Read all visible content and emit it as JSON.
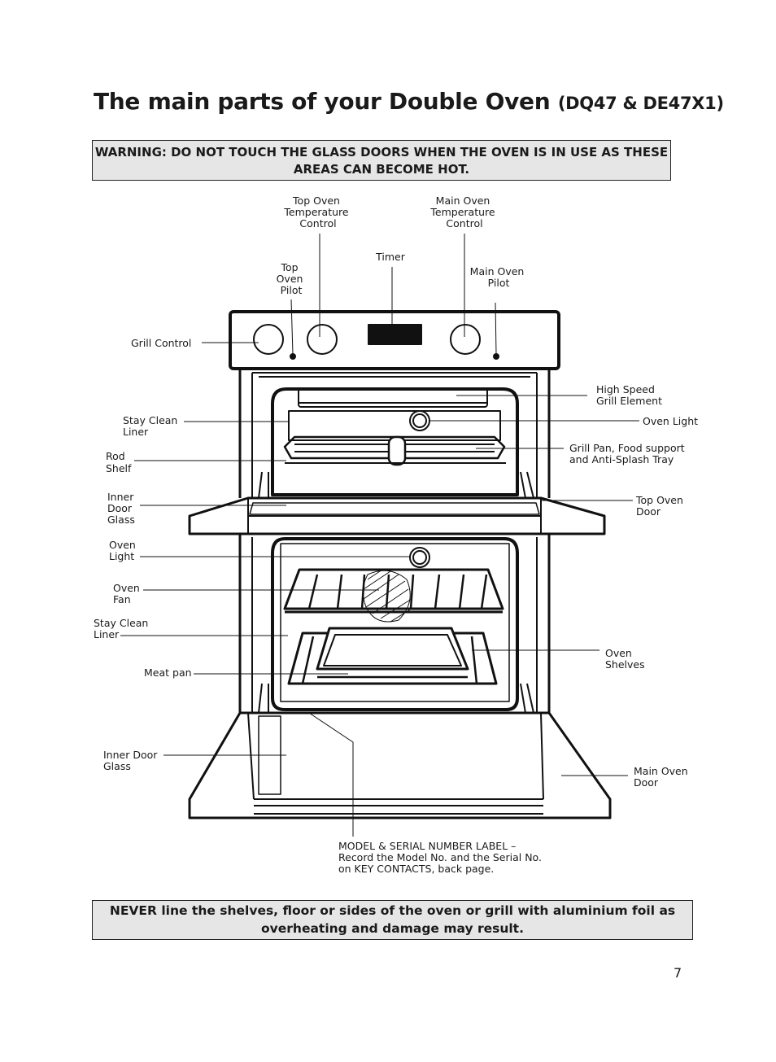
{
  "title": {
    "main": "The main parts of your Double Oven",
    "models": "(DQ47 & DE47X1)"
  },
  "warning": {
    "line1": "WARNING: DO NOT TOUCH THE GLASS DOORS WHEN THE OVEN IS IN USE AS THESE",
    "line2": "AREAS CAN BECOME HOT."
  },
  "labels": {
    "top_oven_temp": [
      "Top Oven",
      "Temperature",
      "Control"
    ],
    "main_oven_temp": [
      "Main Oven",
      "Temperature",
      "Control"
    ],
    "timer": "Timer",
    "top_oven_pilot": [
      "Top",
      "Oven",
      "Pilot"
    ],
    "main_oven_pilot": [
      "Main Oven",
      "Pilot"
    ],
    "grill_control": "Grill Control",
    "high_speed_grill": [
      "High Speed",
      "Grill Element"
    ],
    "stay_clean_liner_top": [
      "Stay Clean",
      "Liner"
    ],
    "oven_light_top": "Oven Light",
    "rod_shelf": [
      "Rod",
      "Shelf"
    ],
    "grill_pan": [
      "Grill Pan, Food support",
      "and Anti-Splash Tray"
    ],
    "inner_door_glass_top": [
      "Inner",
      "Door",
      "Glass"
    ],
    "top_oven_door": [
      "Top Oven",
      "Door"
    ],
    "oven_light_main": [
      "Oven",
      "Light"
    ],
    "oven_fan": [
      "Oven",
      "Fan"
    ],
    "stay_clean_liner_main": [
      "Stay Clean",
      "Liner"
    ],
    "oven_shelves": [
      "Oven",
      "Shelves"
    ],
    "meat_pan": "Meat pan",
    "inner_door_glass_main": [
      "Inner Door",
      "Glass"
    ],
    "main_oven_door": [
      "Main Oven",
      "Door"
    ],
    "model_label": [
      "MODEL & SERIAL NUMBER LABEL –",
      "Record the Model No. and the Serial No.",
      "on KEY CONTACTS, back page."
    ]
  },
  "notice": {
    "line1": "NEVER line the shelves, floor or sides of the oven or grill with aluminium foil as",
    "line2": "overheating and damage may result."
  },
  "page_number": "7"
}
